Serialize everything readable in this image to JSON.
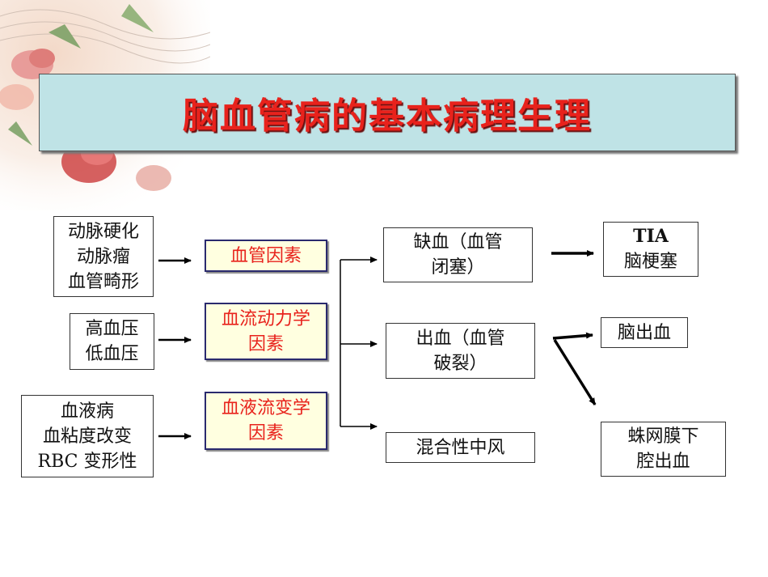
{
  "title": "脑血管病的基本病理生理",
  "causes": [
    {
      "lines": [
        "动脉硬化",
        "动脉瘤",
        "血管畸形"
      ]
    },
    {
      "lines": [
        "高血压",
        "低血压"
      ]
    },
    {
      "lines": [
        "血液病",
        "血粘度改变",
        "RBC 变形性"
      ]
    }
  ],
  "factors": [
    {
      "lines": [
        "血管因素"
      ]
    },
    {
      "lines": [
        "血流动力学",
        "因素"
      ]
    },
    {
      "lines": [
        "血液流变学",
        "因素"
      ]
    }
  ],
  "outcomes": [
    {
      "lines": [
        "缺血（血管",
        "闭塞）"
      ]
    },
    {
      "lines": [
        "出血（血管",
        "破裂）"
      ]
    },
    {
      "lines": [
        "混合性中风"
      ]
    }
  ],
  "results": [
    {
      "lines": [
        "TIA",
        "脑梗塞"
      ]
    },
    {
      "lines": [
        "脑出血"
      ]
    },
    {
      "lines": [
        "蛛网膜下",
        "腔出血"
      ]
    }
  ],
  "colors": {
    "title_text": "#e8221c",
    "title_bg": "#bfe3e6",
    "factor_bg": "#ffffe0",
    "factor_border": "#2a2a6e"
  }
}
